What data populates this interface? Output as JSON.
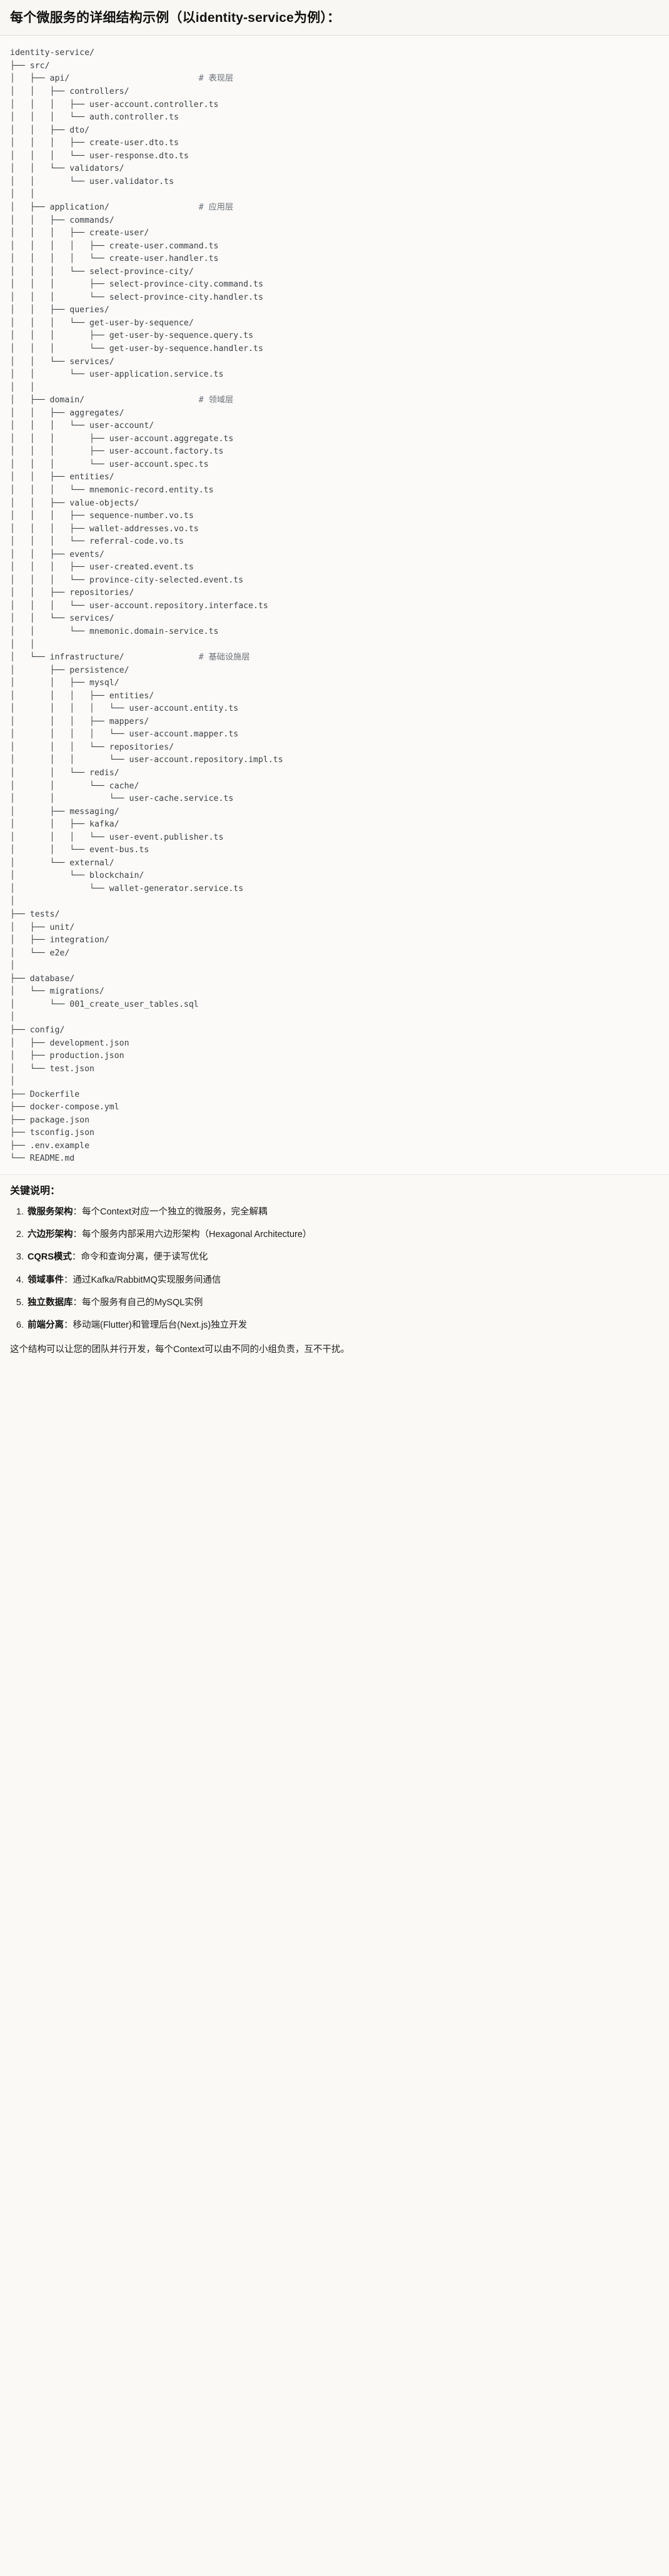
{
  "header": {
    "title": "每个微服务的详细结构示例（以identity-service为例）："
  },
  "tree": {
    "lines": [
      {
        "text": "identity-service/",
        "comment": ""
      },
      {
        "text": "├── src/",
        "comment": ""
      },
      {
        "text": "│   ├── api/",
        "comment": "# 表现层"
      },
      {
        "text": "│   │   ├── controllers/",
        "comment": ""
      },
      {
        "text": "│   │   │   ├── user-account.controller.ts",
        "comment": ""
      },
      {
        "text": "│   │   │   └── auth.controller.ts",
        "comment": ""
      },
      {
        "text": "│   │   ├── dto/",
        "comment": ""
      },
      {
        "text": "│   │   │   ├── create-user.dto.ts",
        "comment": ""
      },
      {
        "text": "│   │   │   └── user-response.dto.ts",
        "comment": ""
      },
      {
        "text": "│   │   └── validators/",
        "comment": ""
      },
      {
        "text": "│   │       └── user.validator.ts",
        "comment": ""
      },
      {
        "text": "│   │",
        "comment": ""
      },
      {
        "text": "│   ├── application/",
        "comment": "# 应用层"
      },
      {
        "text": "│   │   ├── commands/",
        "comment": ""
      },
      {
        "text": "│   │   │   ├── create-user/",
        "comment": ""
      },
      {
        "text": "│   │   │   │   ├── create-user.command.ts",
        "comment": ""
      },
      {
        "text": "│   │   │   │   └── create-user.handler.ts",
        "comment": ""
      },
      {
        "text": "│   │   │   └── select-province-city/",
        "comment": ""
      },
      {
        "text": "│   │   │       ├── select-province-city.command.ts",
        "comment": ""
      },
      {
        "text": "│   │   │       └── select-province-city.handler.ts",
        "comment": ""
      },
      {
        "text": "│   │   ├── queries/",
        "comment": ""
      },
      {
        "text": "│   │   │   └── get-user-by-sequence/",
        "comment": ""
      },
      {
        "text": "│   │   │       ├── get-user-by-sequence.query.ts",
        "comment": ""
      },
      {
        "text": "│   │   │       └── get-user-by-sequence.handler.ts",
        "comment": ""
      },
      {
        "text": "│   │   └── services/",
        "comment": ""
      },
      {
        "text": "│   │       └── user-application.service.ts",
        "comment": ""
      },
      {
        "text": "│   │",
        "comment": ""
      },
      {
        "text": "│   ├── domain/",
        "comment": "# 领域层"
      },
      {
        "text": "│   │   ├── aggregates/",
        "comment": ""
      },
      {
        "text": "│   │   │   └── user-account/",
        "comment": ""
      },
      {
        "text": "│   │   │       ├── user-account.aggregate.ts",
        "comment": ""
      },
      {
        "text": "│   │   │       ├── user-account.factory.ts",
        "comment": ""
      },
      {
        "text": "│   │   │       └── user-account.spec.ts",
        "comment": ""
      },
      {
        "text": "│   │   ├── entities/",
        "comment": ""
      },
      {
        "text": "│   │   │   └── mnemonic-record.entity.ts",
        "comment": ""
      },
      {
        "text": "│   │   ├── value-objects/",
        "comment": ""
      },
      {
        "text": "│   │   │   ├── sequence-number.vo.ts",
        "comment": ""
      },
      {
        "text": "│   │   │   ├── wallet-addresses.vo.ts",
        "comment": ""
      },
      {
        "text": "│   │   │   └── referral-code.vo.ts",
        "comment": ""
      },
      {
        "text": "│   │   ├── events/",
        "comment": ""
      },
      {
        "text": "│   │   │   ├── user-created.event.ts",
        "comment": ""
      },
      {
        "text": "│   │   │   └── province-city-selected.event.ts",
        "comment": ""
      },
      {
        "text": "│   │   ├── repositories/",
        "comment": ""
      },
      {
        "text": "│   │   │   └── user-account.repository.interface.ts",
        "comment": ""
      },
      {
        "text": "│   │   └── services/",
        "comment": ""
      },
      {
        "text": "│   │       └── mnemonic.domain-service.ts",
        "comment": ""
      },
      {
        "text": "│   │",
        "comment": ""
      },
      {
        "text": "│   └── infrastructure/",
        "comment": "# 基础设施层"
      },
      {
        "text": "│       ├── persistence/",
        "comment": ""
      },
      {
        "text": "│       │   ├── mysql/",
        "comment": ""
      },
      {
        "text": "│       │   │   ├── entities/",
        "comment": ""
      },
      {
        "text": "│       │   │   │   └── user-account.entity.ts",
        "comment": ""
      },
      {
        "text": "│       │   │   ├── mappers/",
        "comment": ""
      },
      {
        "text": "│       │   │   │   └── user-account.mapper.ts",
        "comment": ""
      },
      {
        "text": "│       │   │   └── repositories/",
        "comment": ""
      },
      {
        "text": "│       │   │       └── user-account.repository.impl.ts",
        "comment": ""
      },
      {
        "text": "│       │   └── redis/",
        "comment": ""
      },
      {
        "text": "│       │       └── cache/",
        "comment": ""
      },
      {
        "text": "│       │           └── user-cache.service.ts",
        "comment": ""
      },
      {
        "text": "│       ├── messaging/",
        "comment": ""
      },
      {
        "text": "│       │   ├── kafka/",
        "comment": ""
      },
      {
        "text": "│       │   │   └── user-event.publisher.ts",
        "comment": ""
      },
      {
        "text": "│       │   └── event-bus.ts",
        "comment": ""
      },
      {
        "text": "│       └── external/",
        "comment": ""
      },
      {
        "text": "│           └── blockchain/",
        "comment": ""
      },
      {
        "text": "│               └── wallet-generator.service.ts",
        "comment": ""
      },
      {
        "text": "│",
        "comment": ""
      },
      {
        "text": "├── tests/",
        "comment": ""
      },
      {
        "text": "│   ├── unit/",
        "comment": ""
      },
      {
        "text": "│   ├── integration/",
        "comment": ""
      },
      {
        "text": "│   └── e2e/",
        "comment": ""
      },
      {
        "text": "│",
        "comment": ""
      },
      {
        "text": "├── database/",
        "comment": ""
      },
      {
        "text": "│   └── migrations/",
        "comment": ""
      },
      {
        "text": "│       └── 001_create_user_tables.sql",
        "comment": ""
      },
      {
        "text": "│",
        "comment": ""
      },
      {
        "text": "├── config/",
        "comment": ""
      },
      {
        "text": "│   ├── development.json",
        "comment": ""
      },
      {
        "text": "│   ├── production.json",
        "comment": ""
      },
      {
        "text": "│   └── test.json",
        "comment": ""
      },
      {
        "text": "│",
        "comment": ""
      },
      {
        "text": "├── Dockerfile",
        "comment": ""
      },
      {
        "text": "├── docker-compose.yml",
        "comment": ""
      },
      {
        "text": "├── package.json",
        "comment": ""
      },
      {
        "text": "├── tsconfig.json",
        "comment": ""
      },
      {
        "text": "├── .env.example",
        "comment": ""
      },
      {
        "text": "└── README.md",
        "comment": ""
      }
    ],
    "comment_column": 38
  },
  "keys": {
    "title": "关键说明：",
    "items": [
      {
        "term": "微服务架构",
        "desc": "：每个Context对应一个独立的微服务，完全解耦"
      },
      {
        "term": "六边形架构",
        "desc": "：每个服务内部采用六边形架构（Hexagonal Architecture）"
      },
      {
        "term": "CQRS模式",
        "desc": "：命令和查询分离，便于读写优化"
      },
      {
        "term": "领域事件",
        "desc": "：通过Kafka/RabbitMQ实现服务间通信"
      },
      {
        "term": "独立数据库",
        "desc": "：每个服务有自己的MySQL实例"
      },
      {
        "term": "前端分离",
        "desc": "：移动端(Flutter)和管理后台(Next.js)独立开发"
      }
    ],
    "closing": "这个结构可以让您的团队并行开发，每个Context可以由不同的小组负责，互不干扰。"
  },
  "colors": {
    "page_bg": "#faf9f6",
    "code_bg": "#fbfaf8",
    "text": "#1b1b1b",
    "code_text": "#3b4045",
    "comment_text": "#6a7079",
    "divider": "#e2e1dc"
  }
}
